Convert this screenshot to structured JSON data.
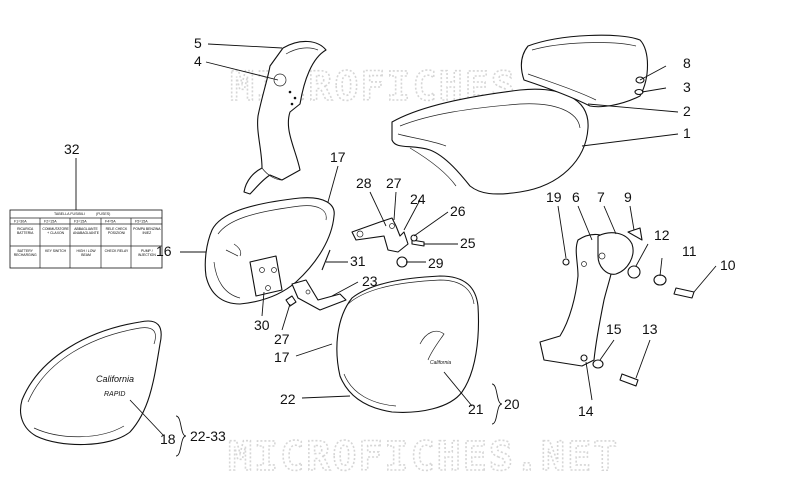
{
  "watermark": {
    "top": "MICROFICHES.NET",
    "bottom": "MICROFICHES.NET"
  },
  "fuse_table": {
    "title": "TABELLA FUSIBILI",
    "title_alt": "(FUSES)",
    "fuses": [
      "F1=30A",
      "F2=15A",
      "F3=15A",
      "F4=5A",
      "F5=15A"
    ],
    "row1": [
      "RICARICA BATTERIA",
      "COMMUTATORE + CLAXON",
      "ABBAGLIANTE ANABAGLIANTE",
      "RELE CHECK POSIZIONI",
      "POMPA BENZINA INIEZ"
    ],
    "row2": [
      "BATTERY RECHARGING",
      "KEY SWITCH",
      "HIGH / LOW BEAM",
      "CHECK RELAY",
      "PUMP / INJECTION"
    ]
  },
  "decals": {
    "left_side": "California",
    "left_sub": "RAPID",
    "right_side": "California"
  },
  "callouts": {
    "c1": "1",
    "c2": "2",
    "c3": "3",
    "c4": "4",
    "c5": "5",
    "c6": "6",
    "c7": "7",
    "c8": "8",
    "c9": "9",
    "c10": "10",
    "c11": "11",
    "c12": "12",
    "c13": "13",
    "c14": "14",
    "c15": "15",
    "c16": "16",
    "c17a": "17",
    "c17b": "17",
    "c18": "18",
    "c19": "19",
    "c20": "20",
    "c21": "21",
    "c22": "22",
    "c2233": "22-33",
    "c23": "23",
    "c24": "24",
    "c25": "25",
    "c26": "26",
    "c27a": "27",
    "c27b": "27",
    "c28": "28",
    "c29": "29",
    "c30": "30",
    "c31": "31",
    "c32": "32"
  }
}
